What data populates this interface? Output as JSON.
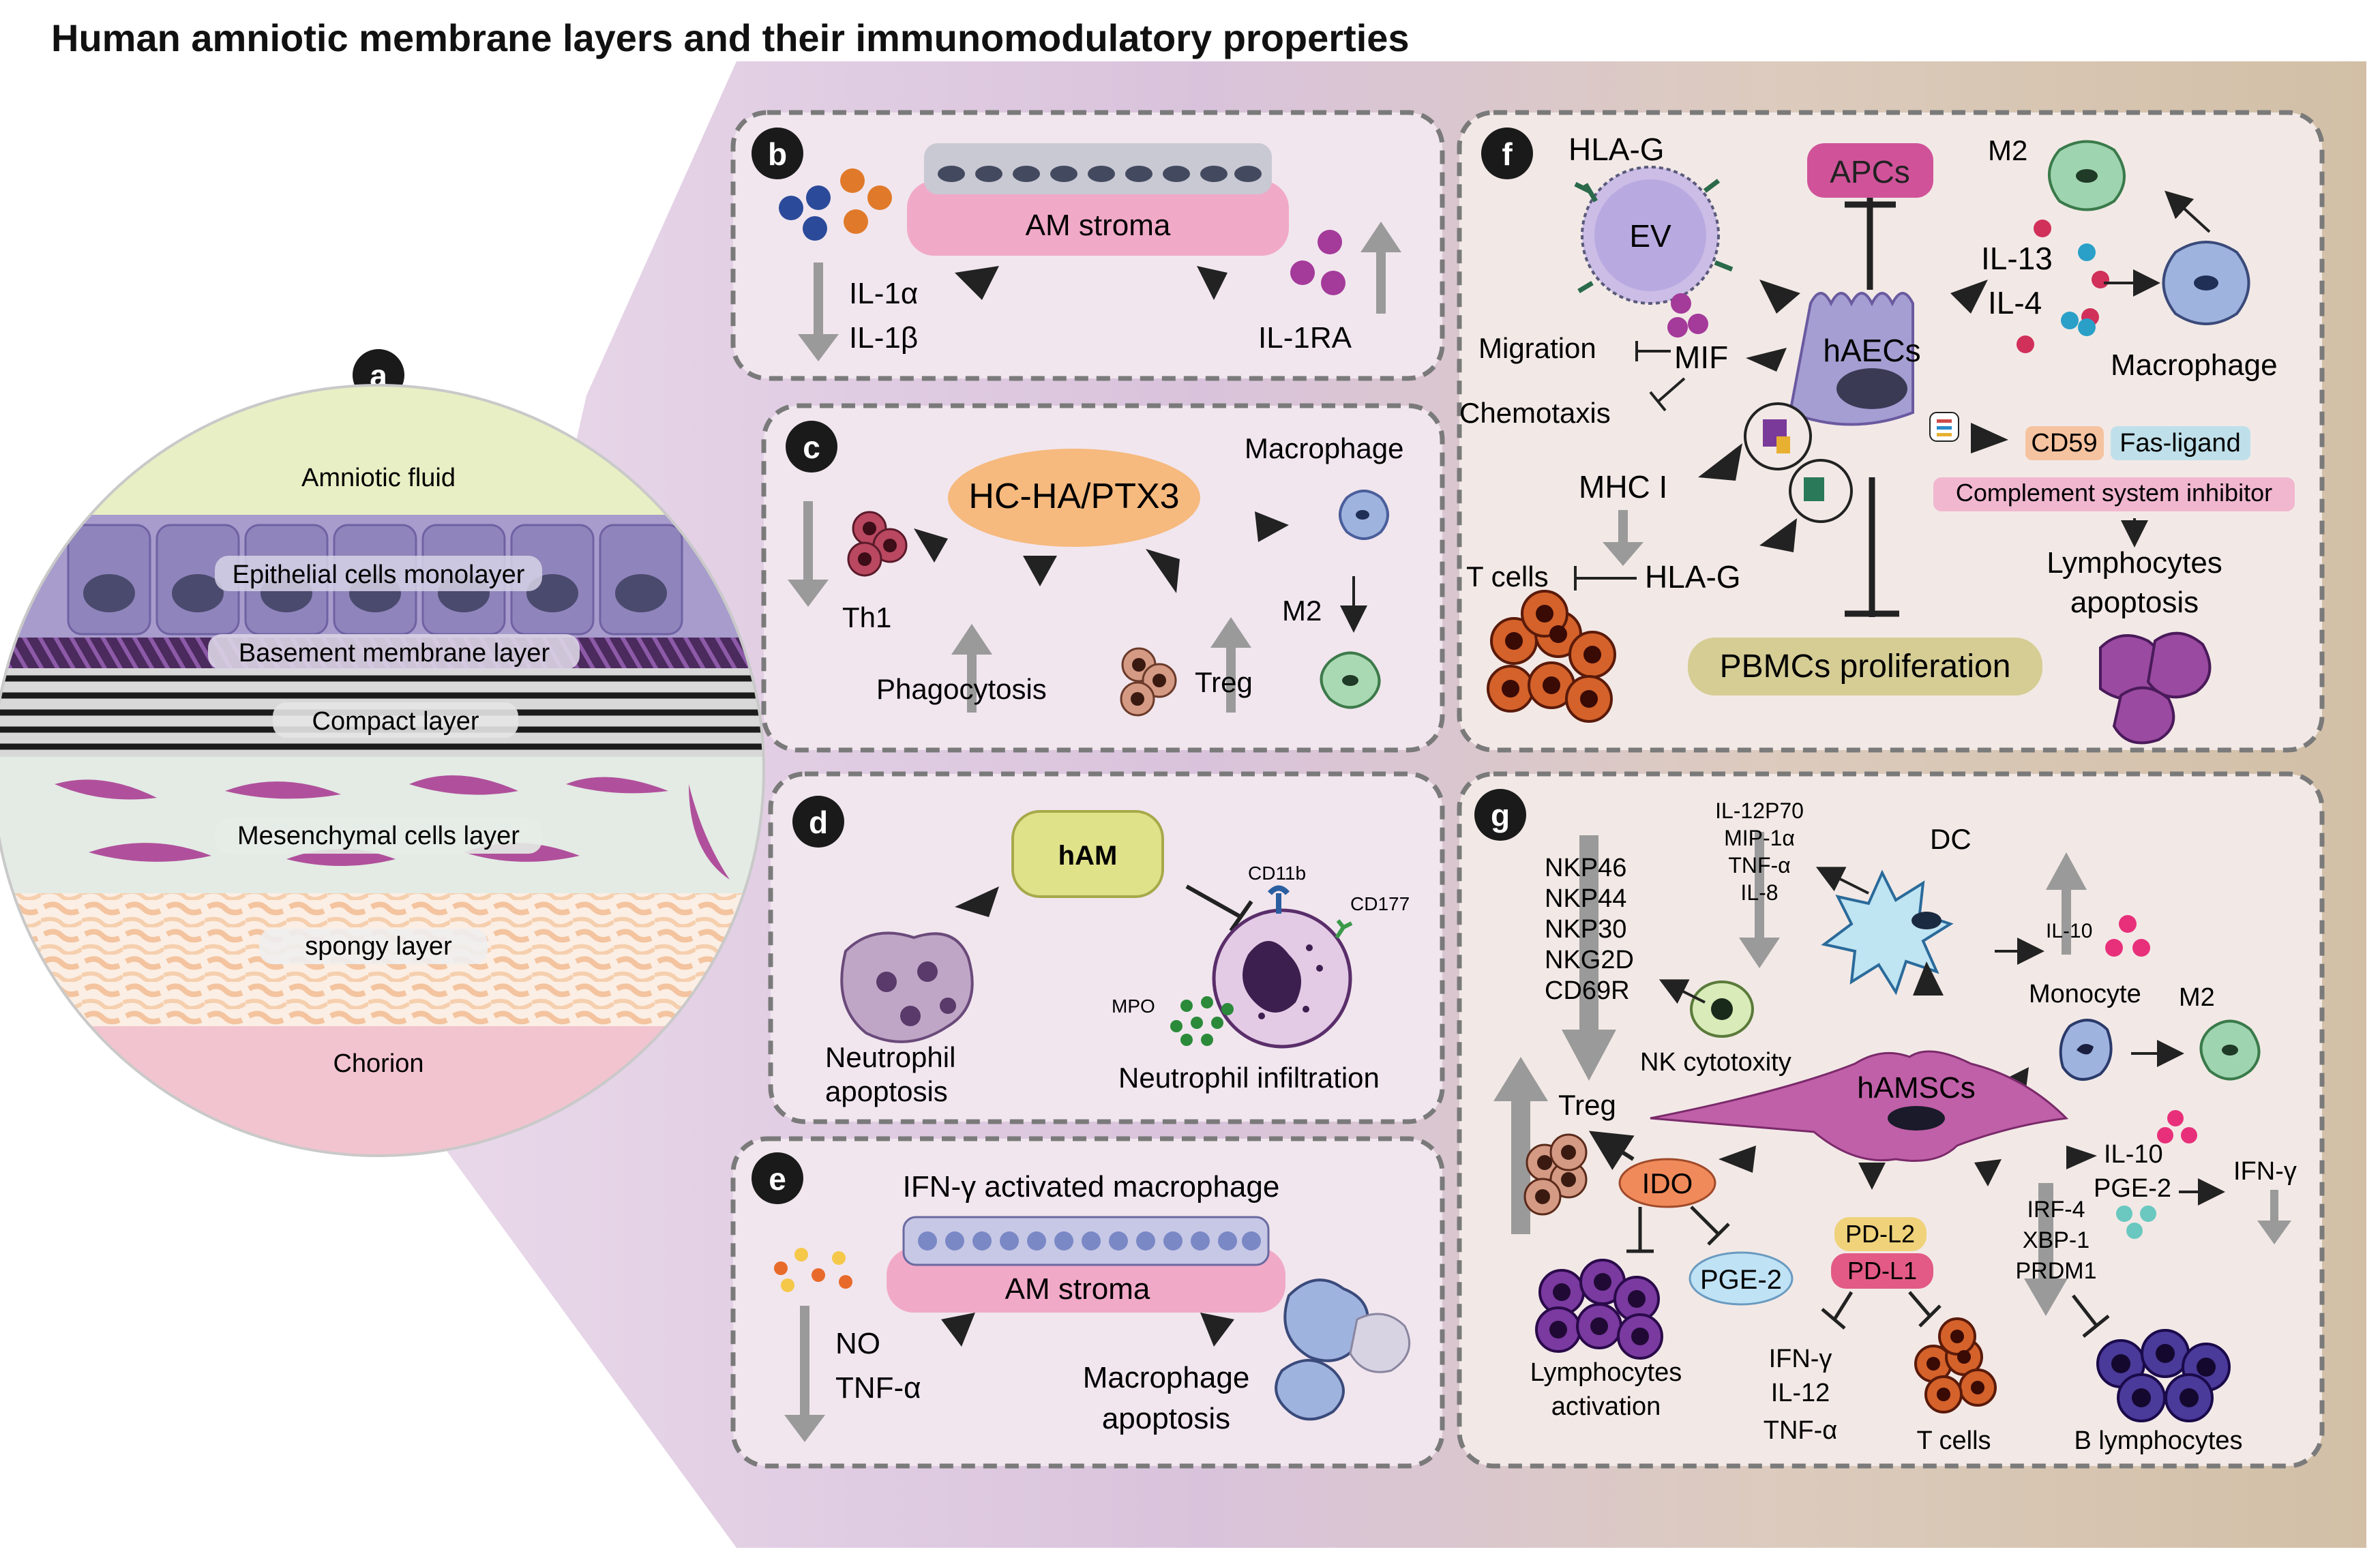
{
  "title": "Human amniotic membrane layers and their immunomodulatory properties",
  "panel_a": {
    "letter": "a",
    "layers": [
      "Amniotic fluid",
      "Epithelial cells monolayer",
      "Basement membrane layer",
      "Compact layer",
      "Mesenchymal cells layer",
      "spongy layer",
      "Chorion"
    ]
  },
  "panel_b": {
    "letter": "b",
    "stroma": "AM stroma",
    "down": [
      "IL-1α",
      "IL-1β"
    ],
    "up": "IL-1RA"
  },
  "panel_c": {
    "letter": "c",
    "center": "HC-HA/PTX3",
    "macrophage": "Macrophage",
    "m2": "M2",
    "th1": "Th1",
    "phagocytosis": "Phagocytosis",
    "treg": "Treg"
  },
  "panel_d": {
    "letter": "d",
    "center": "hAM",
    "cd11b": "CD11b",
    "cd177": "CD177",
    "mpo": "MPO",
    "apoptosis": [
      "Neutrophil",
      "apoptosis"
    ],
    "infiltration": "Neutrophil infiltration"
  },
  "panel_e": {
    "letter": "e",
    "top": "IFN-γ activated macrophage",
    "stroma": "AM stroma",
    "down": [
      "NO",
      "TNF-α"
    ],
    "apoptosis": [
      "Macrophage",
      "apoptosis"
    ]
  },
  "panel_f": {
    "letter": "f",
    "hlag_top": "HLA-G",
    "ev": "EV",
    "apcs": "APCs",
    "m2": "M2",
    "il13": "IL-13",
    "il4": "IL-4",
    "macrophage": "Macrophage",
    "haecs": "hAECs",
    "migration": "Migration",
    "mif": "MIF",
    "chemotaxis": "Chemotaxis",
    "cd59": "CD59",
    "fasl": "Fas-ligand",
    "complement": "Complement system inhibitor",
    "lymph": [
      "Lymphocytes",
      "apoptosis"
    ],
    "mhc": "MHC I",
    "tcells": "T cells",
    "hlag": "HLA-G",
    "pbmc": "PBMCs proliferation"
  },
  "panel_g": {
    "letter": "g",
    "nk_markers": [
      "NKP46",
      "NKP44",
      "NKP30",
      "NKG2D",
      "CD69R"
    ],
    "cytokines": [
      "IL-12P70",
      "MIP-1α",
      "TNF-α",
      "IL-8"
    ],
    "dc": "DC",
    "il10_small": "IL-10",
    "monocyte": "Monocyte",
    "m2": "M2",
    "nk": "NK cytotoxity",
    "treg": "Treg",
    "hamscs": "hAMSCs",
    "ido": "IDO",
    "il10": "IL-10",
    "pge2_right": "PGE-2",
    "ifng": "IFN-γ",
    "irf": [
      "IRF-4",
      "XBP-1",
      "PRDM1"
    ],
    "pge2": "PGE-2",
    "pdl2": "PD-L2",
    "pdl1": "PD-L1",
    "lymph_act": [
      "Lymphocytes",
      "activation"
    ],
    "cyto_bottom": [
      "IFN-γ",
      "IL-12",
      "TNF-α"
    ],
    "tcells": "T cells",
    "blymph": "B lymphocytes"
  }
}
